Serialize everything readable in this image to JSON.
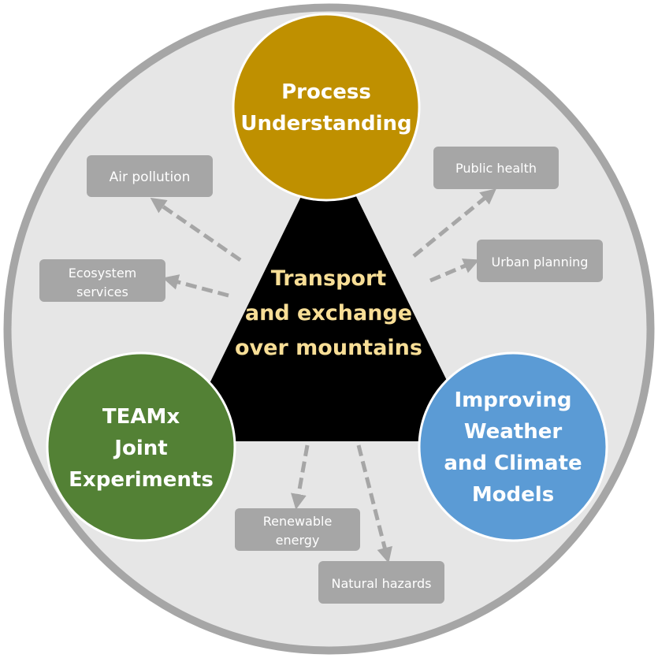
{
  "colors": {
    "outer_fill": "#e6e6e6",
    "outer_stroke": "#a6a6a6",
    "triangle": "#000000",
    "process": "#bf9000",
    "teamx": "#538135",
    "models": "#5b9bd5",
    "box": "#a6a6a6",
    "arrow": "#a6a6a6",
    "center_text": "#f8de96"
  },
  "center": {
    "lines": [
      "Transport",
      "and exchange",
      "over mountains"
    ]
  },
  "nodes": {
    "process": {
      "lines": [
        "Process",
        "Understanding"
      ]
    },
    "teamx": {
      "lines": [
        "TEAMx",
        "Joint",
        "Experiments"
      ]
    },
    "models": {
      "lines": [
        "Improving",
        "Weather",
        "and Climate",
        "Models"
      ]
    }
  },
  "applications": [
    {
      "id": "air-pollution",
      "lines": [
        "Air pollution"
      ]
    },
    {
      "id": "ecosystem-services",
      "lines": [
        "Ecosystem",
        "services"
      ]
    },
    {
      "id": "public-health",
      "lines": [
        "Public health"
      ]
    },
    {
      "id": "urban-planning",
      "lines": [
        "Urban planning"
      ]
    },
    {
      "id": "renewable-energy",
      "lines": [
        "Renewable",
        "energy"
      ]
    },
    {
      "id": "natural-hazards",
      "lines": [
        "Natural hazards"
      ]
    }
  ]
}
